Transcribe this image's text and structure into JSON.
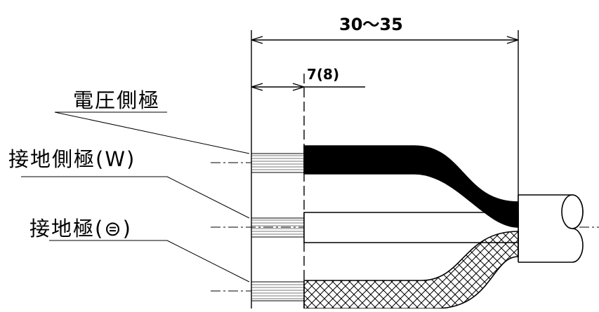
{
  "dimensions": {
    "overall": "30～35",
    "strip": "7(8)"
  },
  "labels": {
    "voltage_pole": "電圧側極",
    "ground_side_pole": "接地側極(W)",
    "ground_pole": "接地極(⊜)"
  },
  "colors": {
    "line": "#000000",
    "black_insulation": "#000000",
    "background": "#ffffff"
  }
}
